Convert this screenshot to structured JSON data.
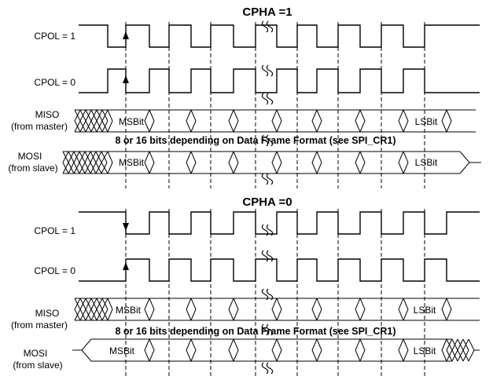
{
  "sections": [
    {
      "title": "CPHA =1",
      "signals": {
        "cpol1": "CPOL = 1",
        "cpol0": "CPOL = 0",
        "miso": "MISO",
        "miso_sub": "(from master)",
        "mosi": "MOSI",
        "mosi_sub": "(from slave)"
      },
      "first_bit": "MSBit",
      "last_bit": "LSBit",
      "note": "8 or 16 bits depending on Data Frame Format (see SPI_CR1)"
    },
    {
      "title": "CPHA =0",
      "signals": {
        "cpol1": "CPOL = 1",
        "cpol0": "CPOL = 0",
        "miso": "MISO",
        "miso_sub": "(from master)",
        "mosi": "MOSI",
        "mosi_sub": "(from slave)"
      },
      "first_bit": "MSBit",
      "last_bit": "LSBit",
      "note": "8 or 16 bits depending on Data Frame Format (see SPI_CR1)"
    }
  ]
}
